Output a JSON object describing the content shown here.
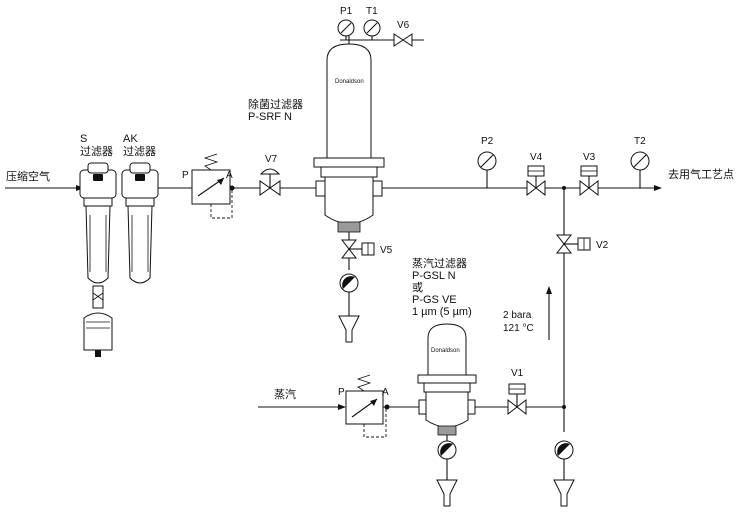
{
  "labels": {
    "inlet": "压缩空气",
    "outlet": "去用气工艺点",
    "steam": "蒸汽",
    "s_filter_code": "S",
    "s_filter_name": "过滤器",
    "ak_filter_code": "AK",
    "ak_filter_name": "过滤器",
    "sterile_filter_name": "除菌过滤器",
    "sterile_filter_model": "P-SRF N",
    "steam_filter_name": "蒸汽过滤器",
    "steam_filter_model_1": "P-GSL N",
    "steam_filter_or": "或",
    "steam_filter_model_2": "P-GS VE",
    "steam_filter_rating": "1 µm (5 µm)",
    "pressure": "2 bara",
    "temperature": "121 °C",
    "brand": "Donaldson"
  },
  "instruments": {
    "p1": "P1",
    "t1": "T1",
    "p2": "P2",
    "t2": "T2",
    "v1": "V1",
    "v2": "V2",
    "v3": "V3",
    "v4": "V4",
    "v5": "V5",
    "v6": "V6",
    "v7": "V7"
  },
  "regulators": {
    "air_port_p": "P",
    "air_port_a": "A",
    "steam_port_p": "P",
    "steam_port_a": "A"
  }
}
